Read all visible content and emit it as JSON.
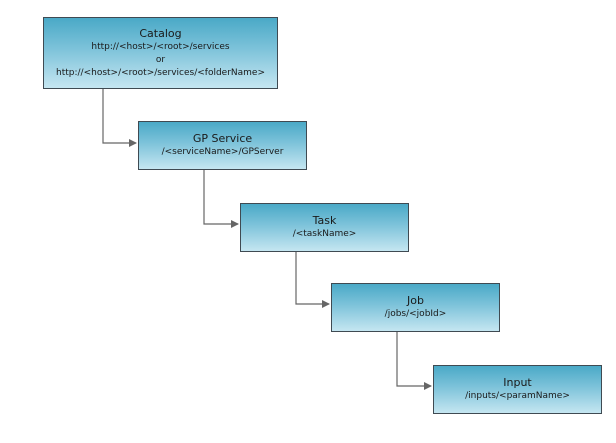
{
  "nodes": [
    {
      "title": "Catalog",
      "lines": [
        "http://<host>/<root>/services",
        "or",
        "http://<host>/<root>/services/<folderName>"
      ]
    },
    {
      "title": "GP Service",
      "lines": [
        "/<serviceName>/GPServer"
      ]
    },
    {
      "title": "Task",
      "lines": [
        "/<taskName>"
      ]
    },
    {
      "title": "Job",
      "lines": [
        "/jobs/<jobId>"
      ]
    },
    {
      "title": "Input",
      "lines": [
        "/inputs/<paramName>"
      ]
    }
  ],
  "colors": {
    "box_top": "#4aa9c7",
    "box_bottom": "#c5e6f1",
    "box_border": "#3f4a52",
    "connector": "#666666"
  }
}
